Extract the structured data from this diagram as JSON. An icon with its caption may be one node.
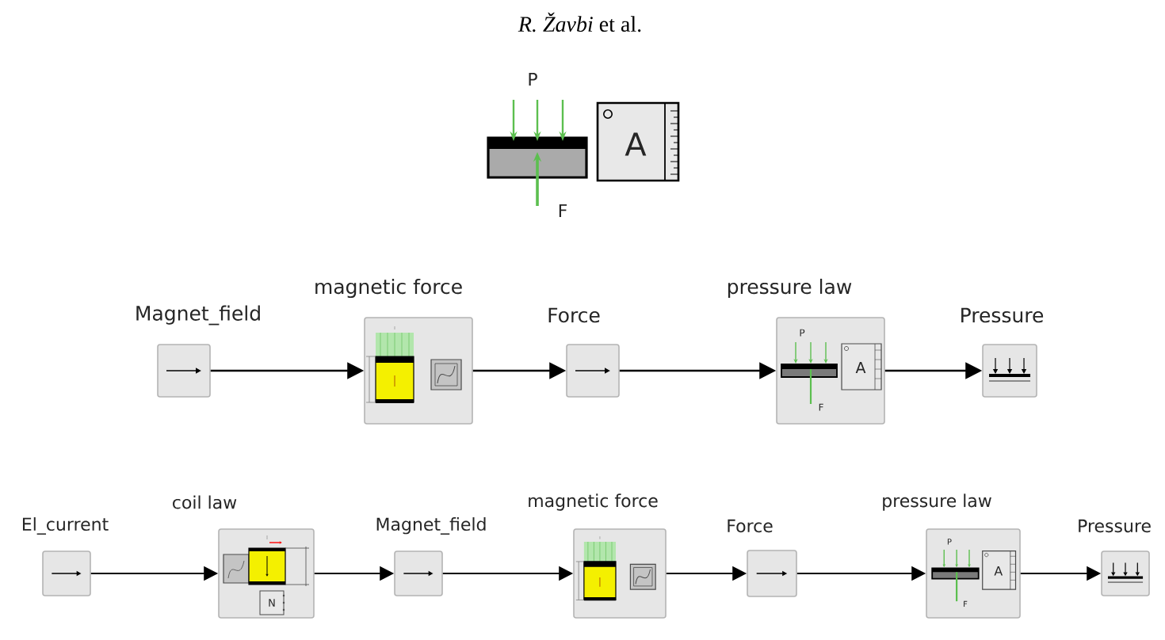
{
  "diagram": {
    "nodes": [
      {
        "text": [
          "Magnet_field"
        ]
      },
      {
        "text": [
          "magnetic force"
        ]
      },
      {
        "text": [
          "Force"
        ]
      },
      {
        "text": [
          "pressure law",
          "P",
          "A",
          "F"
        ]
      },
      {
        "text": [
          "Pressure"
        ]
      },
      {
        "text": [
          "El_current"
        ]
      },
      {
        "text": [
          "coil law",
          "N"
        ]
      },
      {
        "text": [
          "Magnet_field"
        ]
      },
      {
        "text": [
          "magnetic force"
        ]
      },
      {
        "text": [
          "Force"
        ]
      },
      {
        "text": [
          "pressure law",
          "P",
          "A",
          "F"
        ]
      },
      {
        "text": [
          "Pressure"
        ]
      }
    ],
    "edges": [
      {
        "from": 0,
        "to": 1,
        "arrow": "to"
      },
      {
        "from": 1,
        "to": 2,
        "arrow": "to"
      },
      {
        "from": 2,
        "to": 3,
        "arrow": "to"
      },
      {
        "from": 3,
        "to": 4,
        "arrow": "to"
      },
      {
        "from": 5,
        "to": 6,
        "arrow": "to"
      },
      {
        "from": 6,
        "to": 7,
        "arrow": "to"
      },
      {
        "from": 7,
        "to": 8,
        "arrow": "to"
      },
      {
        "from": 8,
        "to": 9,
        "arrow": "to"
      },
      {
        "from": 9,
        "to": 10,
        "arrow": "to"
      },
      {
        "from": 10,
        "to": 11,
        "arrow": "to"
      }
    ],
    "labels": [
      "*R. Žavbi* et al.",
      "P",
      "A",
      "F"
    ]
  }
}
